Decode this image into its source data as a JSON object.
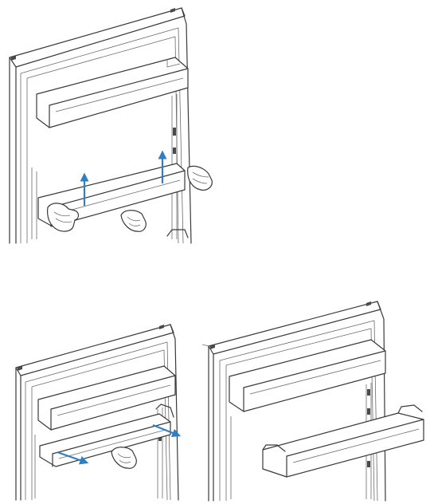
{
  "colors": {
    "arrow": "#2f7fc1",
    "line": "#3a3a3a",
    "background": "#ffffff"
  },
  "icons": {
    "hand": "hand-icon",
    "arrow": "arrow-icon"
  },
  "steps": [
    {
      "id": "step-lift",
      "arrows": [
        "up",
        "up"
      ],
      "hands": 3
    },
    {
      "id": "step-pull-out",
      "arrows": [
        "out-left",
        "out-right"
      ],
      "hands": 1
    },
    {
      "id": "step-removed",
      "arrows": [],
      "hands": 0
    }
  ]
}
